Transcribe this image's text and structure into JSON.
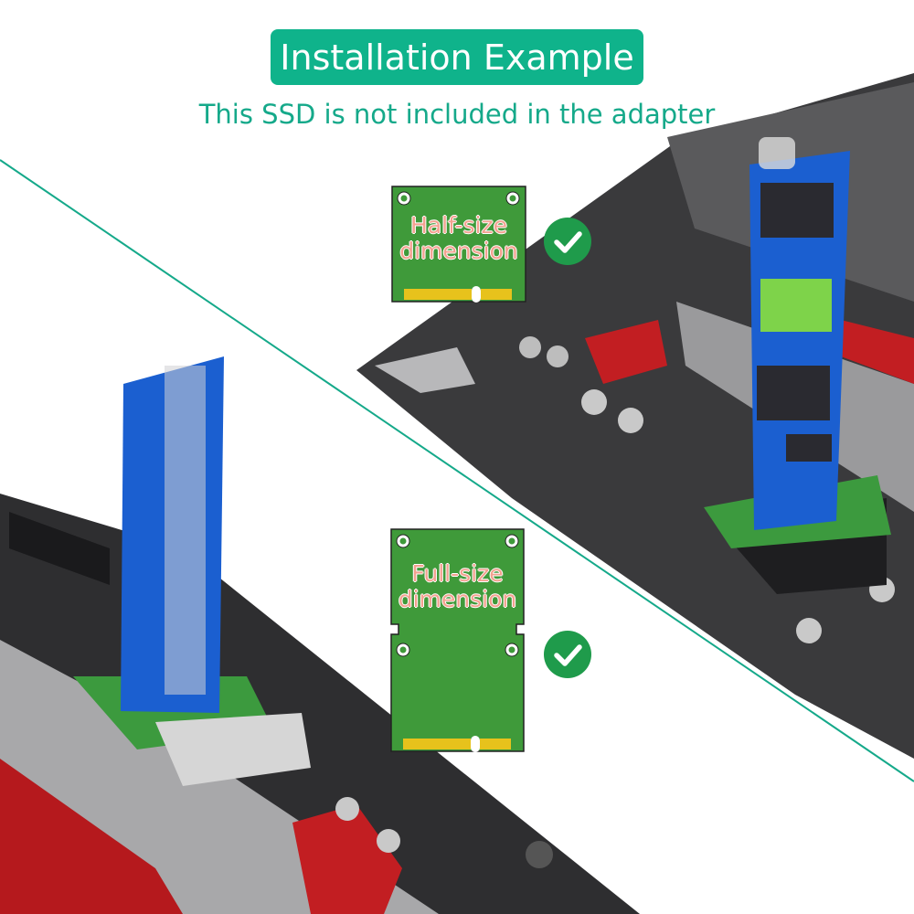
{
  "header": {
    "title": "Installation Example",
    "subtitle": "This SSD is not included in the adapter"
  },
  "cards": [
    {
      "label_line1": "Half-size",
      "label_line2": "dimension",
      "status": "check-icon"
    },
    {
      "label_line1": "Full-size",
      "label_line2": "dimension",
      "status": "check-icon"
    }
  ],
  "colors": {
    "accent": "#0fb38b",
    "check": "#1f9b4b",
    "card": "#3f9a3a",
    "label": "#f3a18f"
  }
}
